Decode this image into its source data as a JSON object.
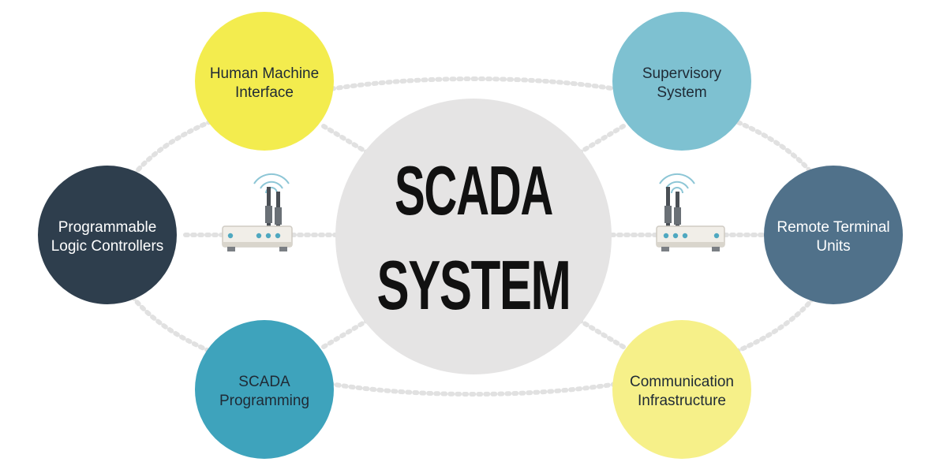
{
  "title": {
    "line1": "SCADA",
    "line2": "SYSTEM"
  },
  "nodes": {
    "hmi": {
      "line1": "Human Machine",
      "line2": "Interface",
      "color": "#F3EC4E",
      "text_color": "#1f2a35"
    },
    "sup": {
      "line1": "Supervisory",
      "line2": "System",
      "color": "#7EC1D1",
      "text_color": "#1f2a35"
    },
    "plc": {
      "line1": "Programmable",
      "line2": "Logic Controllers",
      "color": "#2E3E4D",
      "text_color": "#ffffff"
    },
    "rtu": {
      "line1": "Remote Terminal",
      "line2": "Units",
      "color": "#50718A",
      "text_color": "#ffffff"
    },
    "prog": {
      "line1": "SCADA",
      "line2": "Programming",
      "color": "#3EA3BC",
      "text_color": "#1f2a35"
    },
    "comm": {
      "line1": "Communication",
      "line2": "Infrastructure",
      "color": "#F6F089",
      "text_color": "#1f2a35"
    }
  },
  "colors": {
    "center_circle": "#E5E4E4",
    "connector": "#E1E1E1",
    "title_text": "#111111"
  },
  "icons": [
    "wifi-router-icon",
    "wifi-router-icon"
  ]
}
